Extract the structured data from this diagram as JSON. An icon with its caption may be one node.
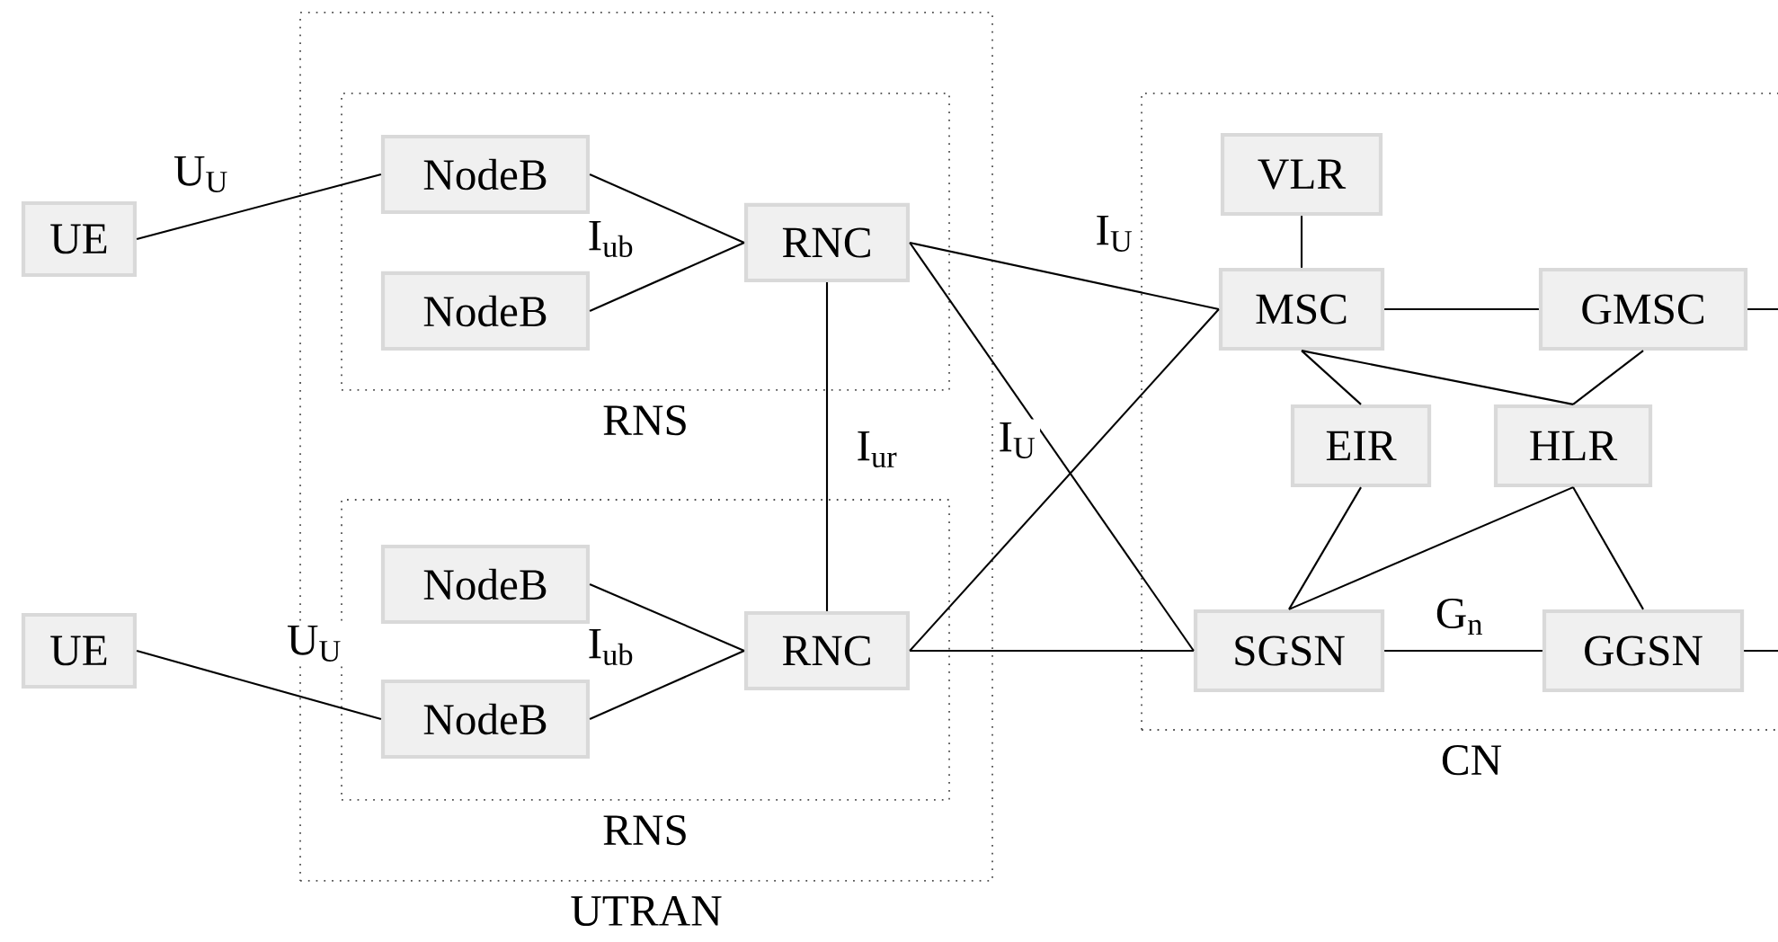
{
  "diagram": {
    "nodes": [
      {
        "text": [
          "UTRAN"
        ]
      },
      {
        "text": [
          "RNS"
        ],
        "in": 0
      },
      {
        "text": [
          "RNS"
        ],
        "in": 0
      },
      {
        "text": [
          "CN"
        ]
      },
      {
        "text": [
          "UE"
        ]
      },
      {
        "text": [
          "UE"
        ]
      },
      {
        "text": [
          "NodeB"
        ],
        "in": 1
      },
      {
        "text": [
          "NodeB"
        ],
        "in": 1
      },
      {
        "text": [
          "RNC"
        ],
        "in": 1
      },
      {
        "text": [
          "NodeB"
        ],
        "in": 2
      },
      {
        "text": [
          "NodeB"
        ],
        "in": 2
      },
      {
        "text": [
          "RNC"
        ],
        "in": 2
      },
      {
        "text": [
          "VLR"
        ],
        "in": 3
      },
      {
        "text": [
          "MSC"
        ],
        "in": 3
      },
      {
        "text": [
          "GMSC"
        ],
        "in": 3
      },
      {
        "text": [
          "EIR"
        ],
        "in": 3
      },
      {
        "text": [
          "HLR"
        ],
        "in": 3
      },
      {
        "text": [
          "SGSN"
        ],
        "in": 3
      },
      {
        "text": [
          "GGSN"
        ],
        "in": 3
      }
    ],
    "edges": [
      {
        "from": 4,
        "to": 6,
        "arrow": "none",
        "label": "U$_{U}$"
      },
      {
        "from": 5,
        "to": 10,
        "arrow": "none",
        "label": "U$_{U}$"
      },
      {
        "from": 6,
        "to": 8,
        "arrow": "none",
        "label": "I$_{ub}$"
      },
      {
        "from": 7,
        "to": 8,
        "arrow": "none"
      },
      {
        "from": 9,
        "to": 11,
        "arrow": "none",
        "label": "I$_{ub}$"
      },
      {
        "from": 10,
        "to": 11,
        "arrow": "none"
      },
      {
        "from": 8,
        "to": 11,
        "arrow": "none",
        "label": "I$_{ur}$"
      },
      {
        "from": 8,
        "to": 13,
        "arrow": "none",
        "label": "I$_{U}$"
      },
      {
        "from": 8,
        "to": 17,
        "arrow": "none",
        "label": "I$_{U}$"
      },
      {
        "from": 11,
        "to": 13,
        "arrow": "none"
      },
      {
        "from": 11,
        "to": 17,
        "arrow": "none"
      },
      {
        "from": 12,
        "to": 13,
        "arrow": "none"
      },
      {
        "from": 13,
        "to": 14,
        "arrow": "none"
      },
      {
        "from": 13,
        "to": 15,
        "arrow": "none"
      },
      {
        "from": 13,
        "to": 16,
        "arrow": "none"
      },
      {
        "from": 14,
        "to": 16,
        "arrow": "none"
      },
      {
        "from": 15,
        "to": 17,
        "arrow": "none"
      },
      {
        "from": 16,
        "to": 17,
        "arrow": "none"
      },
      {
        "from": 16,
        "to": 18,
        "arrow": "none"
      },
      {
        "from": 17,
        "to": 18,
        "arrow": "none",
        "label": "G$_{n}$"
      },
      {
        "from": 14,
        "to": null,
        "arrow": "none"
      },
      {
        "from": 18,
        "to": null,
        "arrow": "none"
      }
    ]
  }
}
